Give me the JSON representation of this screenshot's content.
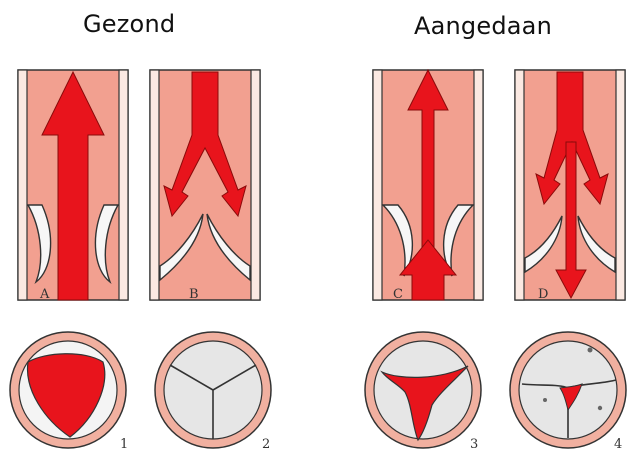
{
  "headings": {
    "healthy": "Gezond",
    "affected": "Aangedaan"
  },
  "panel_labels": [
    "A",
    "B",
    "C",
    "D"
  ],
  "valve_labels": [
    "1",
    "2",
    "3",
    "4"
  ],
  "colors": {
    "arrow": "#e8141c",
    "vessel_fill": "#f2a090",
    "vessel_wall": "#fbe9e2",
    "outline": "#333333",
    "valve_ring": "#f1b0a0",
    "valve_leaflet": "#e6e6e6"
  }
}
